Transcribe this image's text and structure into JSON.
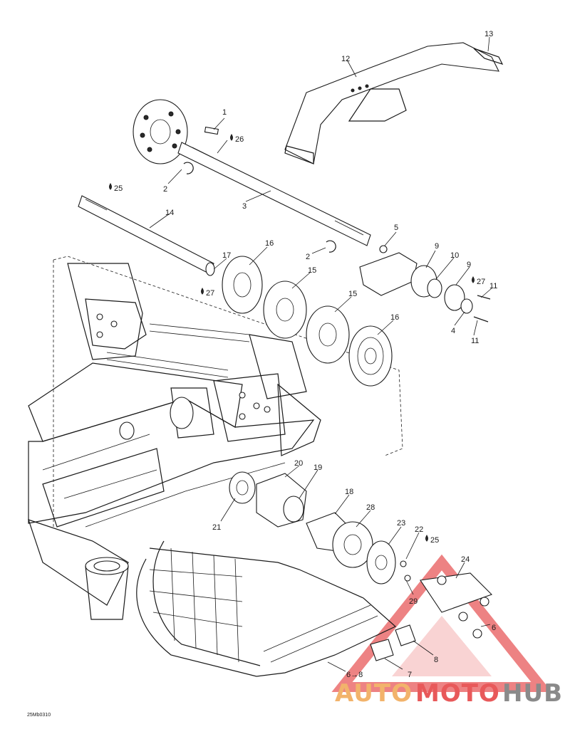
{
  "callouts": [
    {
      "id": "c1",
      "text": "1"
    },
    {
      "id": "c2a",
      "text": "2"
    },
    {
      "id": "c2b",
      "text": "2"
    },
    {
      "id": "c3",
      "text": "3"
    },
    {
      "id": "c4",
      "text": "4"
    },
    {
      "id": "c5",
      "text": "5"
    },
    {
      "id": "c6",
      "text": "6"
    },
    {
      "id": "c7",
      "text": "7"
    },
    {
      "id": "c8",
      "text": "8"
    },
    {
      "id": "c9a",
      "text": "9"
    },
    {
      "id": "c9b",
      "text": "9"
    },
    {
      "id": "c10",
      "text": "10"
    },
    {
      "id": "c11a",
      "text": "11"
    },
    {
      "id": "c11b",
      "text": "11"
    },
    {
      "id": "c12",
      "text": "12"
    },
    {
      "id": "c13",
      "text": "13"
    },
    {
      "id": "c14",
      "text": "14"
    },
    {
      "id": "c15a",
      "text": "15"
    },
    {
      "id": "c15b",
      "text": "15"
    },
    {
      "id": "c16a",
      "text": "16"
    },
    {
      "id": "c16b",
      "text": "16"
    },
    {
      "id": "c17",
      "text": "17"
    },
    {
      "id": "c18",
      "text": "18"
    },
    {
      "id": "c19",
      "text": "19"
    },
    {
      "id": "c20",
      "text": "20"
    },
    {
      "id": "c21",
      "text": "21"
    },
    {
      "id": "c22",
      "text": "22"
    },
    {
      "id": "c23",
      "text": "23"
    },
    {
      "id": "c24",
      "text": "24"
    },
    {
      "id": "c25a",
      "text": "25"
    },
    {
      "id": "c25b",
      "text": "25"
    },
    {
      "id": "c26",
      "text": "26"
    },
    {
      "id": "c27a",
      "text": "27"
    },
    {
      "id": "c27b",
      "text": "27"
    },
    {
      "id": "c28",
      "text": "28"
    },
    {
      "id": "c29",
      "text": "29"
    },
    {
      "id": "c68",
      "text": "6→8"
    }
  ],
  "drawing_code": "25Mb0310",
  "watermark": {
    "part1": "AUTO",
    "part2": "MOTO",
    "part3": "HUB",
    "color_orange": "#f2b36b",
    "color_red": "#e8595a",
    "color_gray": "#8a8a8a"
  }
}
